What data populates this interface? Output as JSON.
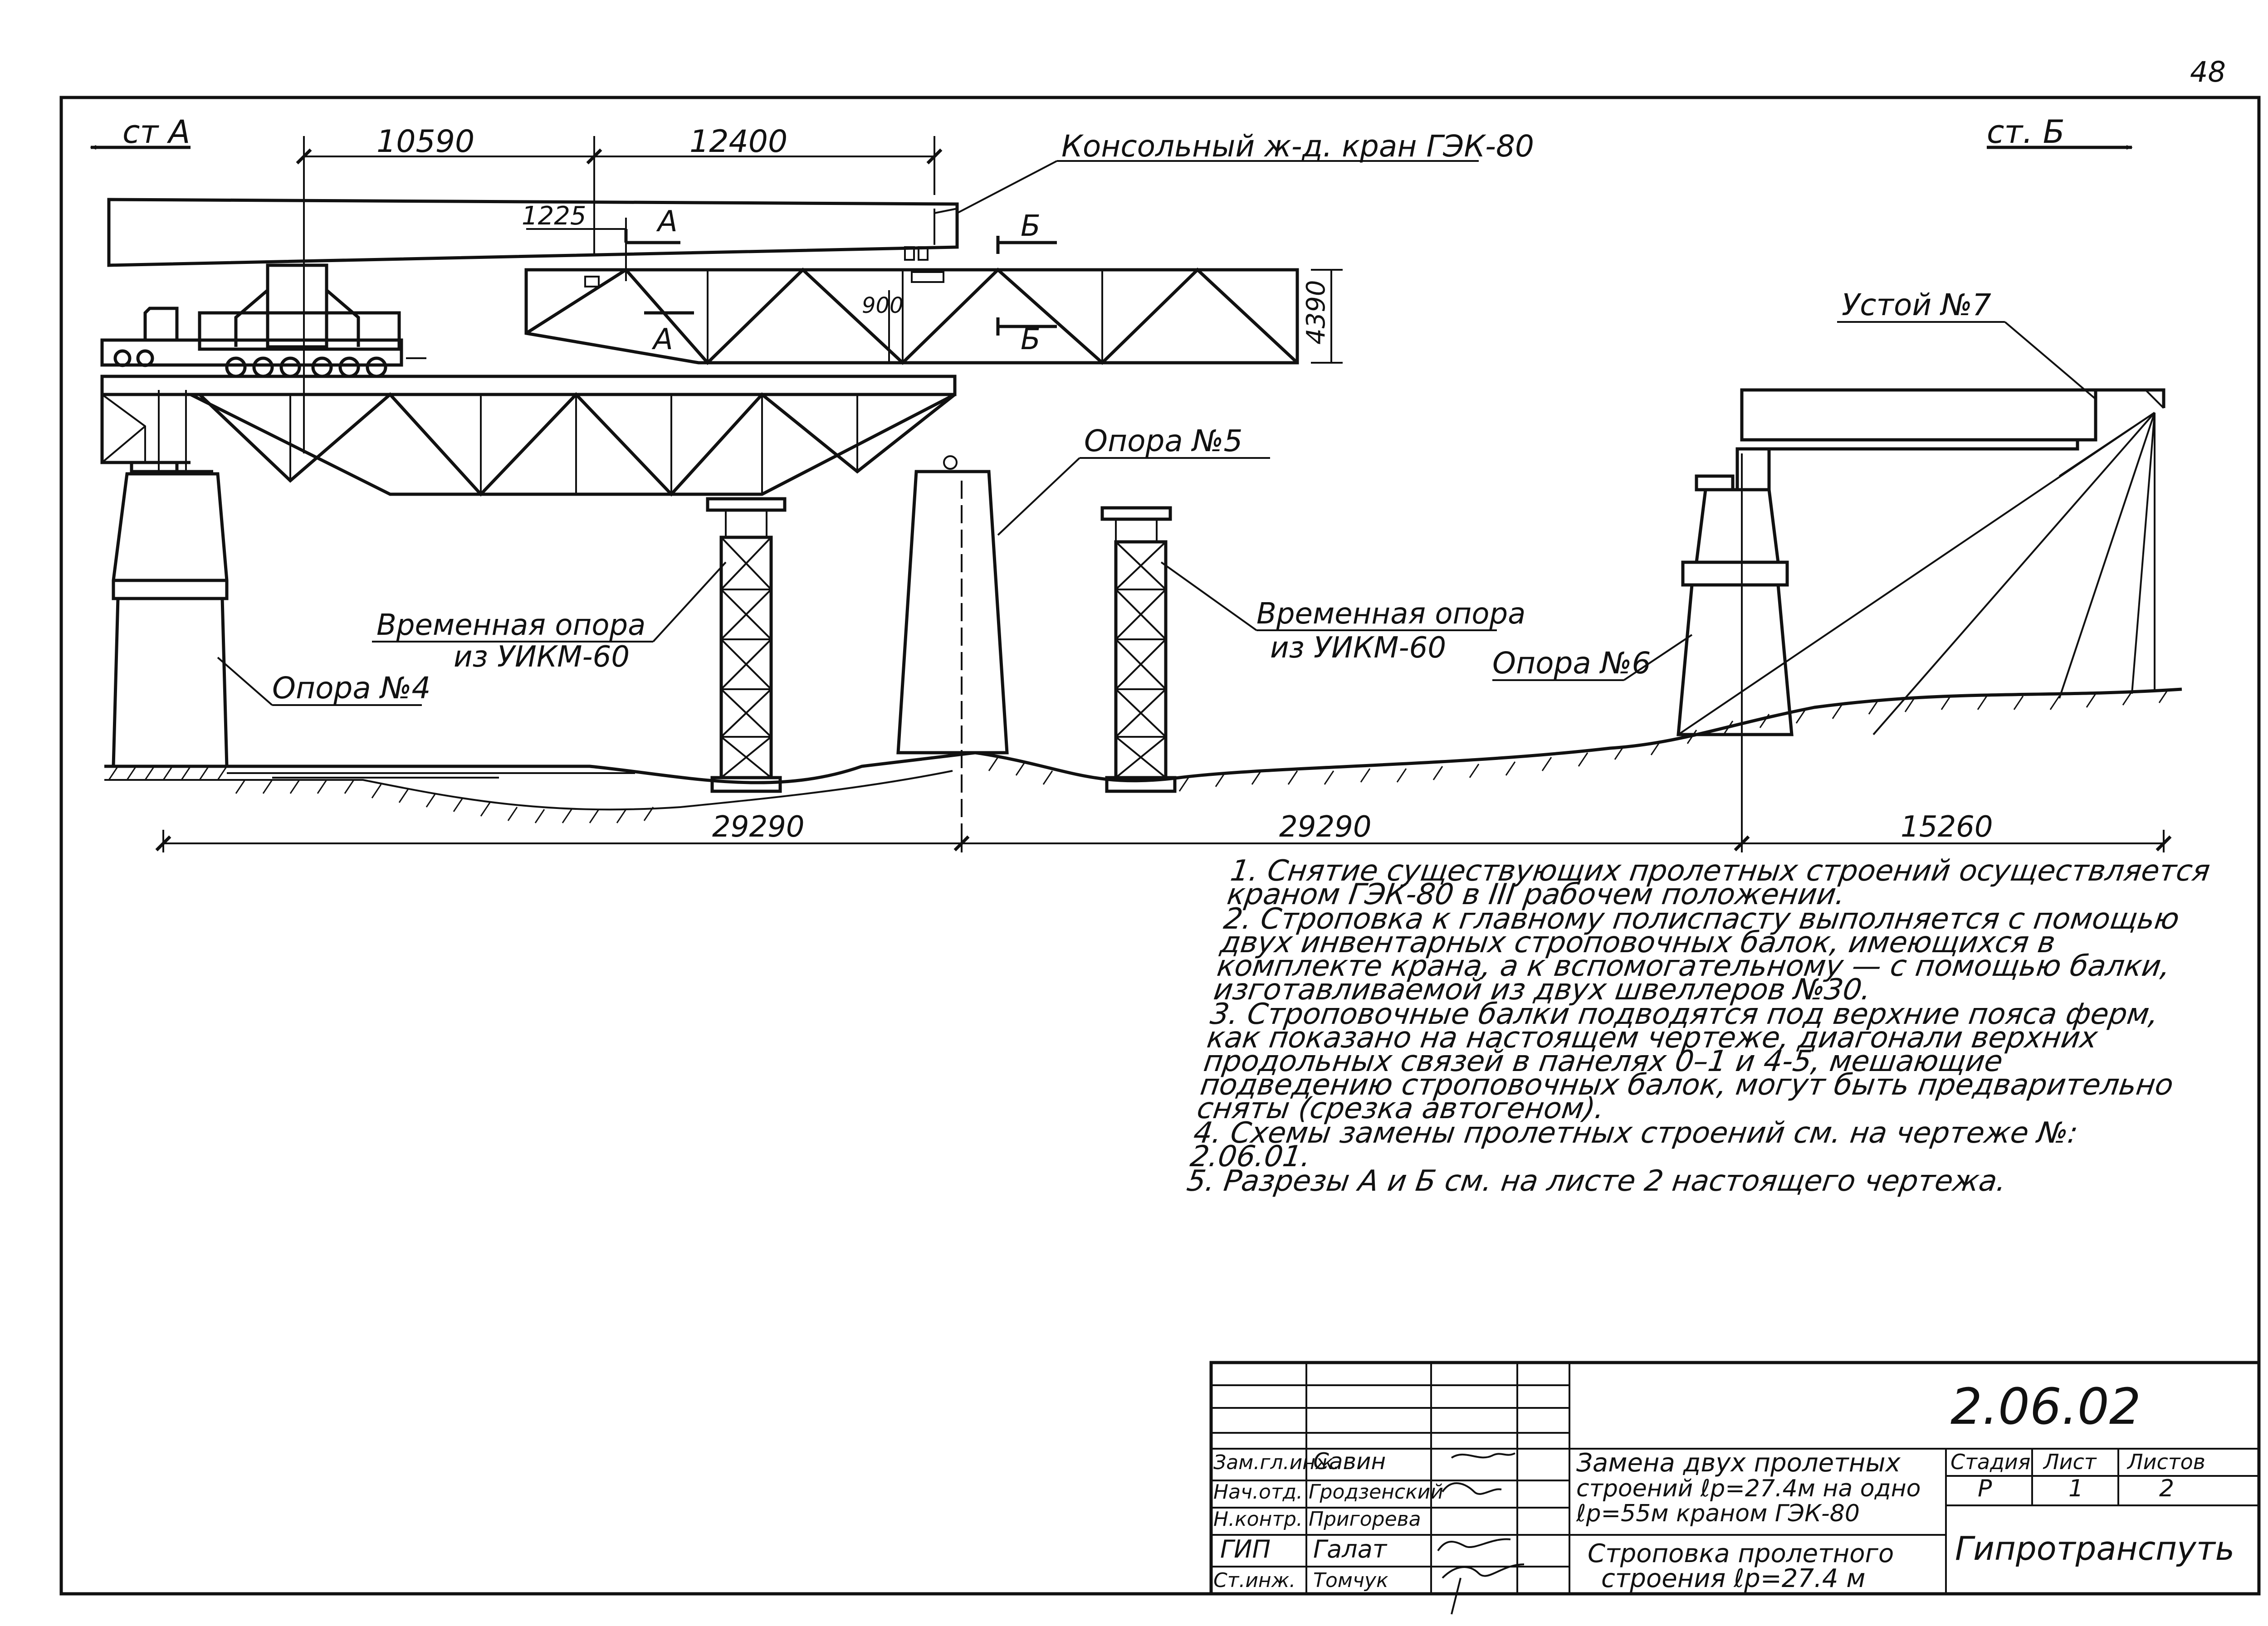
{
  "page_number": "48",
  "direction_left": "ст А",
  "direction_right": "ст. Б",
  "dimensions_top": [
    "10590",
    "12400"
  ],
  "dim_1225": "1225",
  "dim_900": "900",
  "dim_4390": "4390",
  "dimensions_bottom": [
    "29290",
    "29290",
    "15260"
  ],
  "section_a": "А",
  "section_b": "Б",
  "labels": {
    "crane": "Консольный ж-д. кран ГЭК-80",
    "abutment7": "Устой №7",
    "pier5": "Опора №5",
    "pier4": "Опора №4",
    "pier6": "Опора №6",
    "temp_support_left_1": "Временная опора",
    "temp_support_left_2": "из УИКМ-60",
    "temp_support_right_1": "Временная опора",
    "temp_support_right_2": "из УИКМ-60"
  },
  "notes": [
    "1. Снятие существующих пролетных строений осуществляется краном ГЭК-80 в III рабочем положении.",
    "2. Строповка к главному полиспасту выполняется с помощью двух инвентарных стропо­вочных балок, имеющихся в комплекте крана, а к вспомогательному — с помощью балки, изготавливаемой из двух швеллеров №30.",
    "3. Строповочные балки подводятся под верхние пояса ферм, как показано на настоящем чертеже, диагонали верхних продольных связей в панелях 0–1 и 4-5, мешающие подведению строповочных балок, могут быть предварительно сняты (срезка автогеном).",
    "4. Схемы замены пролетных строений см. на чертеже №: 2.06.01.",
    "5. Разрезы А и Б см. на листе 2 настоящего чертежа."
  ],
  "title_block": {
    "drawing_number": "2.06.02",
    "staff": [
      {
        "role": "Зам.гл.инж.",
        "name": "Савин"
      },
      {
        "role": "Нач.отд.",
        "name": "Гродзенский"
      },
      {
        "role": "Н.контр.",
        "name": "Пригорева"
      },
      {
        "role": "ГИП",
        "name": "Галат"
      },
      {
        "role": "Ст.инж.",
        "name": "Томчук"
      }
    ],
    "title_line1": "Замена двух пролетных",
    "title_line2": "строений ℓр=27.4м на одно",
    "title_line3": "ℓр=55м краном ГЭК-80",
    "subtitle_line1": "Строповка пролетного",
    "subtitle_line2": "строения ℓр=27.4 м",
    "stage_header": "Стадия",
    "sheet_header": "Лист",
    "sheets_header": "Листов",
    "stage": "Р",
    "sheet": "1",
    "sheets": "2",
    "organization": "Гипротранспуть"
  }
}
